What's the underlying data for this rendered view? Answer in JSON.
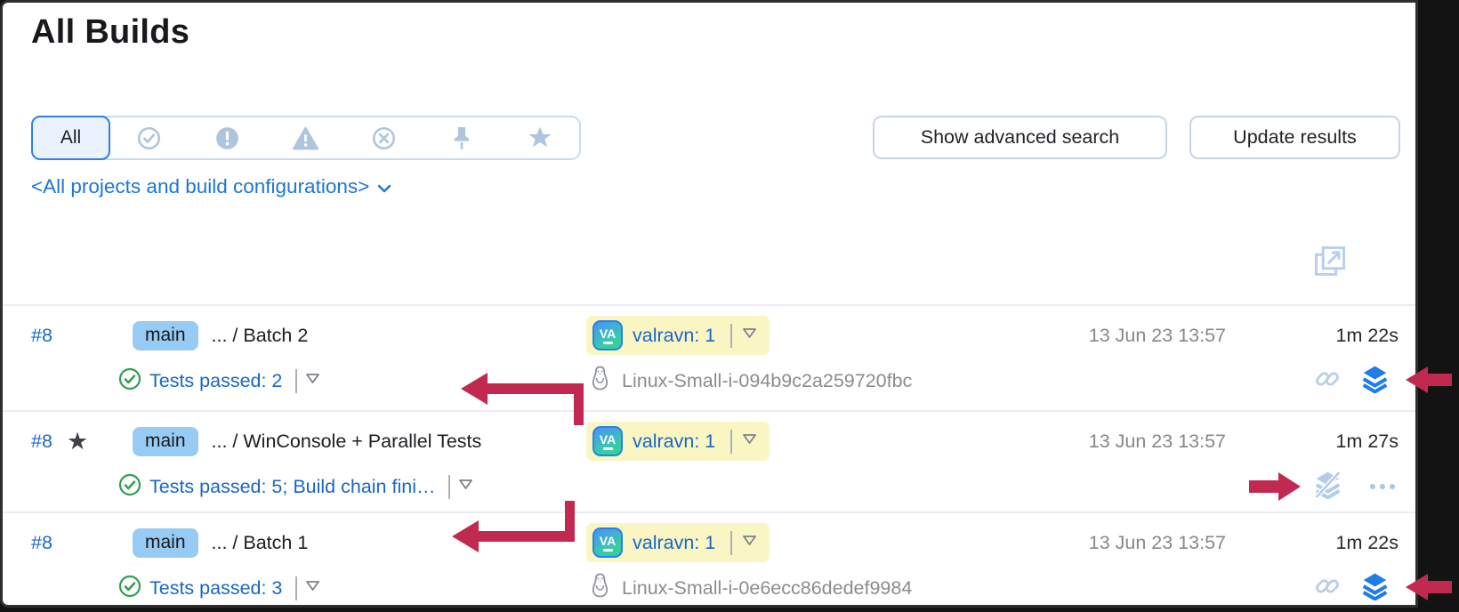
{
  "page": {
    "title": "All Builds"
  },
  "filters": {
    "all_label": "All",
    "segments": [
      "successful",
      "failed",
      "warning",
      "canceled",
      "pinned",
      "starred"
    ]
  },
  "actions": {
    "show_advanced_search": "Show advanced search",
    "update_results": "Update results"
  },
  "scope": {
    "label": "<All projects and build configurations>"
  },
  "icons": {
    "star_glyph": "★"
  },
  "builds": [
    {
      "number": "#8",
      "starred": false,
      "branch": "main",
      "name": "... / Batch 2",
      "status": "Tests passed: 2",
      "agent_pool": "valravn: 1",
      "agent_icon": "VA",
      "agent_host": "Linux-Small-i-094b9c2a259720fbc",
      "started": "13 Jun 23 13:57",
      "duration": "1m 22s"
    },
    {
      "number": "#8",
      "starred": true,
      "branch": "main",
      "name": "... / WinConsole + Parallel Tests",
      "status": "Tests passed: 5; Build chain fini…",
      "agent_pool": "valravn: 1",
      "agent_icon": "VA",
      "started": "13 Jun 23 13:57",
      "duration": "1m 27s"
    },
    {
      "number": "#8",
      "starred": false,
      "branch": "main",
      "name": "... / Batch 1",
      "status": "Tests passed: 3",
      "agent_pool": "valravn: 1",
      "agent_icon": "VA",
      "agent_host": "Linux-Small-i-0e6ecc86dedef9984",
      "started": "13 Jun 23 13:57",
      "duration": "1m 22s"
    }
  ],
  "colors": {
    "link_blue": "#1a66c6",
    "branch_badge_blue": "#98cbf4",
    "agent_highlight_yellow": "#faf6c4",
    "success_green": "#2f9e50",
    "chain_icon_blue": "#1f7ce8",
    "muted_icon_blue": "#b9cfe7",
    "annotation_red": "#c22950"
  }
}
